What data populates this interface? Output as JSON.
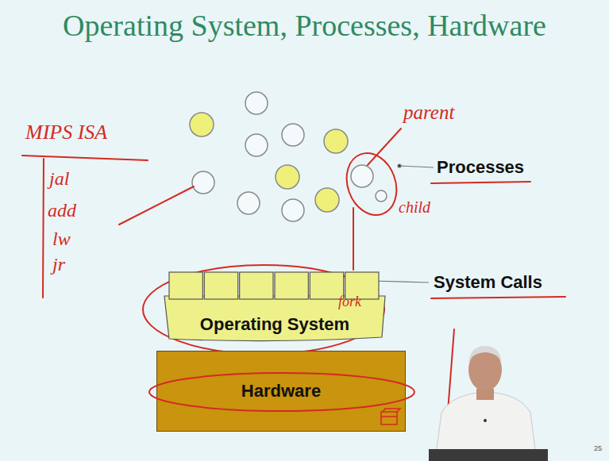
{
  "diagram": {
    "title": "Operating System, Processes, Hardware",
    "nodes": [
      {
        "text": [
          "Operating System"
        ]
      },
      {
        "text": [
          "Hardware"
        ]
      }
    ],
    "labels": [
      "MIPS ISA",
      "jal",
      "add",
      "lw",
      "jr",
      "parent",
      "child",
      "Processes",
      "System Calls",
      "fork",
      "25"
    ]
  }
}
